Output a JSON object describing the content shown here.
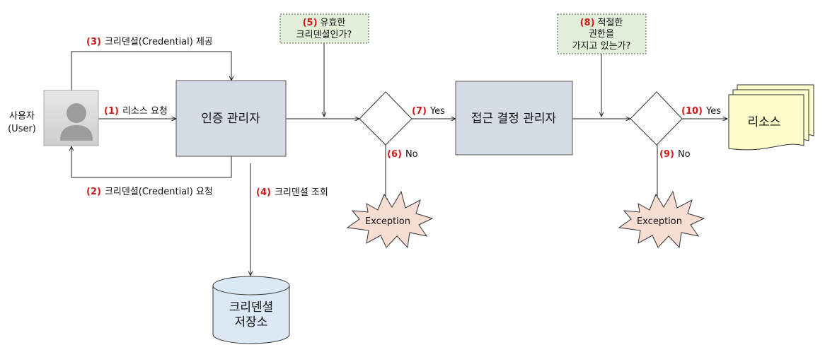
{
  "user": {
    "label_line1": "사용자",
    "label_line2": "(User)"
  },
  "auth_manager": {
    "label": "인증 관리자"
  },
  "access_manager": {
    "label": "접근 결정 관리자"
  },
  "credential_store": {
    "label_line1": "크리덴셜",
    "label_line2": "저장소"
  },
  "resource": {
    "label": "리소스"
  },
  "notes": {
    "valid_credential": {
      "num": "(5)",
      "line1": "유효한",
      "line2": "크리덴셜인가?"
    },
    "has_permission": {
      "num": "(8)",
      "line1": "적절한",
      "line2": "권한을",
      "line3": "가지고 있는가?"
    }
  },
  "edges": {
    "e1": {
      "num": "(1)",
      "text": "리소스 요청"
    },
    "e2": {
      "num": "(2)",
      "text": "크리덴셜(Credential) 요청"
    },
    "e3": {
      "num": "(3)",
      "text": "크리덴셜(Credential) 제공"
    },
    "e4": {
      "num": "(4)",
      "text": "크리덴셜 조회"
    },
    "e6": {
      "num": "(6)",
      "text": "No"
    },
    "e7": {
      "num": "(7)",
      "text": "Yes"
    },
    "e9": {
      "num": "(9)",
      "text": "No"
    },
    "e10": {
      "num": "(10)",
      "text": "Yes"
    }
  },
  "exceptions": {
    "first": "Exception",
    "second": "Exception"
  },
  "colors": {
    "process_fill": "#d6dce6",
    "note_fill": "#e2efd9",
    "store_fill": "#dbe8f5",
    "resource_fill": "#fdfccb",
    "exception_fill": "#f8ddd2",
    "number_red": "#d21a1a"
  }
}
